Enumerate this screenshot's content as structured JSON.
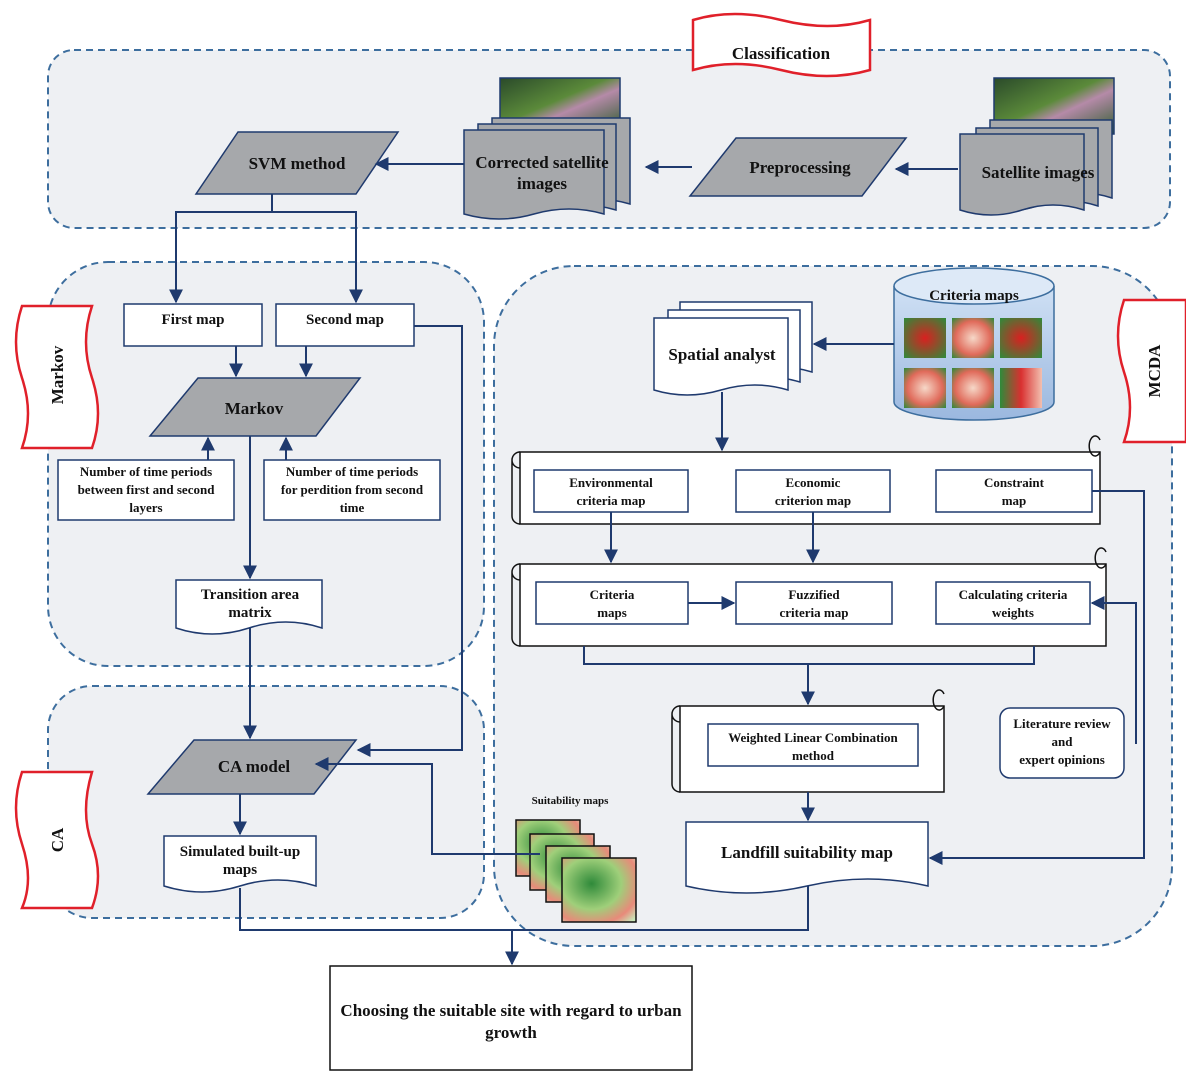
{
  "groups": {
    "classification": "Classification",
    "markov": "Markov",
    "mcda": "MCDA",
    "ca": "CA"
  },
  "classification": {
    "svm": "SVM method",
    "corrected": [
      "Corrected satellite",
      "images"
    ],
    "preprocessing": "Preprocessing",
    "satellite": "Satellite images"
  },
  "markov": {
    "first_map": "First map",
    "second_map": "Second map",
    "markov": "Markov",
    "periods_between": [
      "Number of time periods",
      "between first and second",
      "layers"
    ],
    "periods_prediction": [
      "Number of time periods",
      "for perdition from second",
      "time"
    ],
    "transition": [
      "Transition area",
      "matrix"
    ]
  },
  "ca": {
    "model": "CA model",
    "simulated": [
      "Simulated built-up",
      "maps"
    ],
    "suitability_maps": "Suitability maps"
  },
  "mcda": {
    "criteria_maps_db": "Criteria maps",
    "spatial_analyst": "Spatial analyst",
    "environmental": [
      "Environmental",
      "criteria map"
    ],
    "economic": [
      "Economic",
      "criterion map"
    ],
    "constraint": [
      "Constraint",
      "map"
    ],
    "criteria": [
      "Criteria",
      "maps"
    ],
    "fuzzified": [
      "Fuzzified",
      "criteria map"
    ],
    "weights": [
      "Calculating criteria",
      "weights"
    ],
    "wlc": [
      "Weighted Linear Combination",
      "method"
    ],
    "literature": [
      "Literature review",
      "and",
      "expert opinions"
    ],
    "landfill": "Landfill suitability map"
  },
  "final": [
    "Choosing the suitable site with regard to urban",
    "growth"
  ],
  "colors": {
    "arrow": "#1f3a6e",
    "group_border": "#3d6e9e",
    "group_fill": "#eef0f3",
    "parallelogram": "#a6a8ab",
    "banner": "#e0202a",
    "box_border": "#1f3a6e"
  }
}
